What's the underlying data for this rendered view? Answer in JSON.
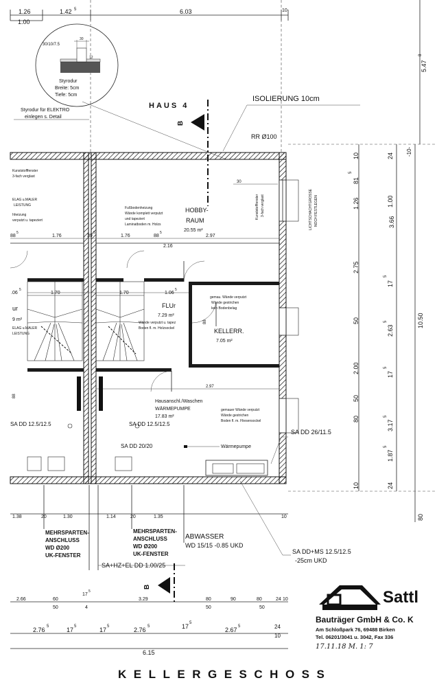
{
  "drawing": {
    "house_label": "HAUS 4",
    "section_marker": "B",
    "floor_title": "KELLERGESCHOSS",
    "insulation_label": "ISOLIERUNG 10cm",
    "rr_label": "RR Ø100"
  },
  "detail": {
    "dim_top": "30",
    "dim_label": "30/10/7.5",
    "dim_side": "12",
    "line1": "Styrodur",
    "line2": "Breite: 5cm",
    "line3": "Tiefe: 5cm",
    "elektro1": "Styrodur für ELEKTRO",
    "elektro2": "einlegen s. Detail"
  },
  "top_dims": {
    "d1": "1.26",
    "d2": "1.42",
    "d2_sup": "5",
    "d3": "6.03",
    "d4": "10",
    "d5": "1.00",
    "right_overall": "5.47",
    "right_overall_sup": "8"
  },
  "rooms": {
    "hobby_name1": "HOBBY-",
    "hobby_name2": "RAUM",
    "hobby_area": "20.55 m²",
    "hobby_finish1": "Fußbodenheizung",
    "hobby_finish2": "Wände komplett verputzt",
    "hobby_finish3": "und tapeziert",
    "hobby_finish4": "Laminatboden m. Holzs",
    "flur_name": "FLUr",
    "flur_area": "7.29 m²",
    "flur_finish1": "Wände verputzt u. tapez",
    "flur_finish2": "Boden fl. m. Holzsockel",
    "keller_name": "KELLERR.",
    "keller_area": "7.05 m²",
    "keller_finish1": "gemau. Wände verputzt",
    "keller_finish2": "Wände gestrichen",
    "keller_finish3": "kein Bodenbelag",
    "hws_name1": "Hausanschl./Waschen",
    "hws_name2": "WÄRMEPUMPE",
    "hws_area": "17.83 m²",
    "hws_finish1": "gemauer Wände verputzt",
    "hws_finish2": "Wände gestrichen",
    "hws_finish3": "Boden fl. m. Fliesensockel",
    "waermepumpe": "Wärmepumpe",
    "left_room1": "Kunststofffenster",
    "left_room2": "3-fach verglast",
    "left_room3": "ELAG u.MALER",
    "left_room4": "LEISTUNG",
    "left_room5": "hheizung",
    "left_room6": "verputzt u. tapeziert",
    "left_flur": "ur",
    "left_area": "9 m²",
    "left_finish1": "ELAG u.MALER",
    "left_finish2": "LEISTUNG",
    "window_right1": "Kunststofffenster",
    "window_right2": "3-fach verglast",
    "lichtschacht1": "LICHTSCHACHTGROSSE",
    "lichtschacht2": "NOCH FESTLEGEN"
  },
  "inner_dims": {
    "a1": "88",
    "a1s": "5",
    "a2": "1.76",
    "a3": "39",
    "a3s": "5",
    "a4": "1.76",
    "a5": "88",
    "a5s": "5",
    "a6": "2.16",
    "a7": "2.97",
    "b1": "1.70",
    "b2": "1.70",
    "b3": "1.06",
    "b3s": "5",
    "b4": ".06",
    "b4s": "5",
    "c1": "30",
    "c2": "88",
    "c2s": "5",
    "d1": "2.97",
    "d2": "88",
    "d2s": "5"
  },
  "pipes": {
    "sa1": "SA DD 12.5/12.5",
    "sa2": "SA DD 12.5/12.5",
    "sa3": "SA DD 20/20",
    "sa4": "SA DD 26/11.5",
    "multi1": "MEHRSPARTEN-",
    "multi2": "ANSCHLUSS",
    "multi3": "WD Ø200",
    "multi4": "UK-FENSTER",
    "multi5": "MEHRSPARTEN-",
    "multi6": "ANSCHLUSS",
    "multi7": "WD Ø200",
    "multi8": "UK-FENSTER",
    "abwasser1": "ABWASSER",
    "abwasser2": "WD 15/15 -0.85 UKD",
    "sahz": "SA+HZ+EL DD 1.00/25",
    "sadd1": "SA DD+MS 12.5/12.5",
    "sadd2": "-25cm UKD"
  },
  "bottom_dims": {
    "r1": "1.38",
    "r2": "20",
    "r3": "1.30",
    "r4": "1.14",
    "r5": "20",
    "r6": "1.35",
    "r7": "10",
    "q1": "2.66",
    "q2": "60",
    "q3": "50",
    "q4": "17",
    "q4s": "5",
    "q5": "4",
    "q6": "3.29",
    "q7": "80",
    "q8": "90",
    "q9": "80",
    "q10": "24",
    "q11": "10",
    "q12": "50",
    "q13": "50",
    "p1": "2.76",
    "p1s": "5",
    "p2": "17",
    "p2s": "5",
    "p3": "17",
    "p3s": "5",
    "p4": "2.76",
    "p4s": "5",
    "p5": "17",
    "p5s": "5",
    "p6": "2.67",
    "p6s": "5",
    "p7": "24",
    "p8": "10",
    "overall": "6.15"
  },
  "right_dims": {
    "v1": "10",
    "v2": "81",
    "v2s": "5",
    "v3": "1.26",
    "v4": "2.75",
    "v5": "50",
    "v6": "2.00",
    "v7": "80",
    "v8": "50",
    "v9": "10",
    "w1": "24",
    "w2": "1.00",
    "w3": "3.66",
    "w4": "17",
    "w4s": "5",
    "w5": "2.63",
    "w5s": "5",
    "w6": "17",
    "w6s": "5",
    "w7": "3.17",
    "w7s": "5",
    "w8": "1.87",
    "w8s": "5",
    "w9": "24",
    "x1": "-10-",
    "x2": "10.50",
    "x3": "80"
  },
  "company": {
    "brand": "Sattl",
    "name": "Bauträger GmbH & Co. K",
    "address": "Am Schloßpark 76,   69488 Birken",
    "tel": "Tel. 06201/3041 u. 3042,  Fax 336",
    "handwritten": "17.11.18     M. 1: 7"
  }
}
